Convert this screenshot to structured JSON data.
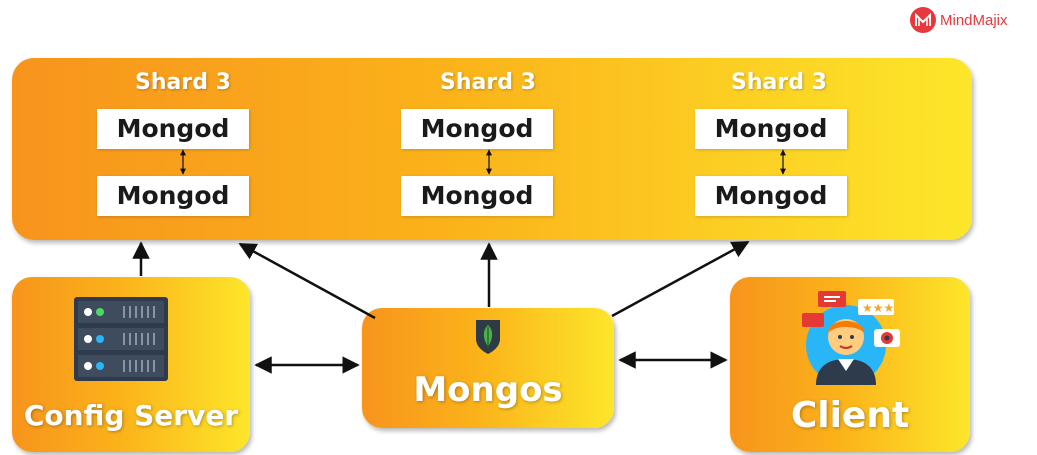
{
  "brand": {
    "name": "MindMajix"
  },
  "colors": {
    "gradient_start": "#f7941d",
    "gradient_end": "#fde62a",
    "label": "#ffffff",
    "brand": "#e8383d"
  },
  "shards": [
    {
      "title": "Shard 3",
      "nodes": [
        "Mongod",
        "Mongod"
      ]
    },
    {
      "title": "Shard 3",
      "nodes": [
        "Mongod",
        "Mongod"
      ]
    },
    {
      "title": "Shard 3",
      "nodes": [
        "Mongod",
        "Mongod"
      ]
    }
  ],
  "config_server": {
    "label": "Config Server",
    "icon": "server-rack-icon"
  },
  "router": {
    "label": "Mongos",
    "icon": "mongodb-leaf-icon"
  },
  "client": {
    "label": "Client",
    "icon": "client-avatar-icon"
  }
}
